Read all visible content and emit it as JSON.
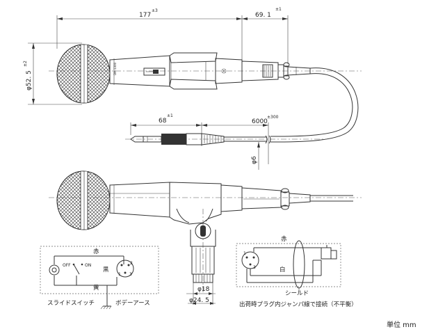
{
  "top_view": {
    "len_body": "177",
    "tol_body": "±3",
    "len_plug": "69. 1",
    "tol_plug": "±1",
    "dia_head": "φ52. 5",
    "tol_head": "±2"
  },
  "plug_view": {
    "len_plug": "68",
    "tol_plug": "±1",
    "len_cable": "6000",
    "tol_cable": "±300",
    "dia_cable": "φ6"
  },
  "side_view": {
    "dia_stand": "φ18",
    "dia_base": "φ24. 5"
  },
  "wiring_left": {
    "red": "赤",
    "black": "黒",
    "yellow": "黄",
    "off": "OFF",
    "on": "ON",
    "pin1": "1",
    "pin2": "2",
    "pin3": "3",
    "slide_switch": "スライドスイッチ",
    "body_earth": "ボデーアース"
  },
  "wiring_right": {
    "red": "赤",
    "white": "白",
    "shield": "シールド",
    "pin1": "1",
    "pin3": "3",
    "note": "出荷時プラグ内ジャンパ線で接続（不平衡）"
  },
  "unit_label": "単位 mm"
}
